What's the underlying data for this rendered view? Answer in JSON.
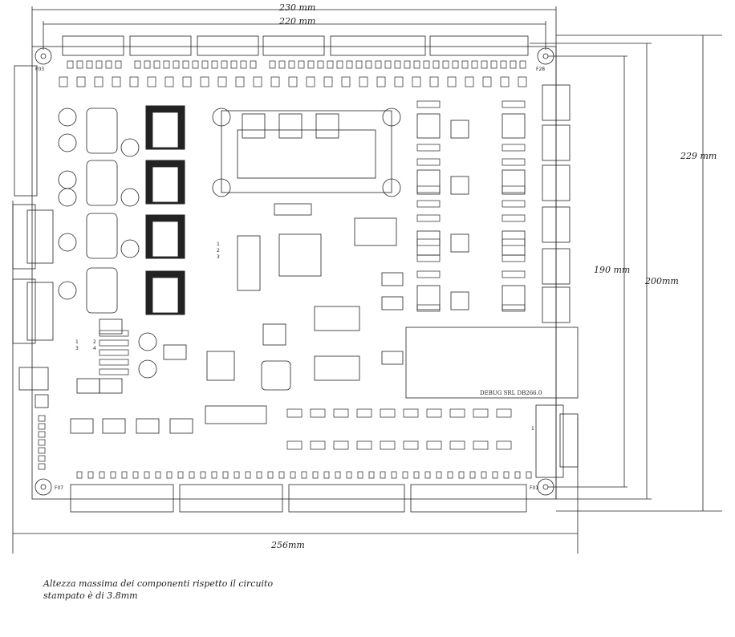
{
  "dimensions": {
    "width_outer": "230 mm",
    "width_inner": "220 mm",
    "height_outer": "229 mm",
    "height_inner": "190 mm",
    "height_mid": "200mm",
    "width_total": "256mm"
  },
  "board_labels": {
    "module_label": "DEBUG SRL DB266.0",
    "hole_top_left": "F03",
    "hole_top_right": "F28",
    "hole_bottom_left": "F07",
    "hole_bottom_right": "F01",
    "connector_pin": "1",
    "header_pins": [
      "1",
      "2",
      "3"
    ],
    "jumper_pins": [
      "1",
      "2",
      "3",
      "4"
    ]
  },
  "note": {
    "line1": "Altezza massima  dei componenti rispetto il circuito",
    "line2": "stampato è di 3.8mm"
  }
}
